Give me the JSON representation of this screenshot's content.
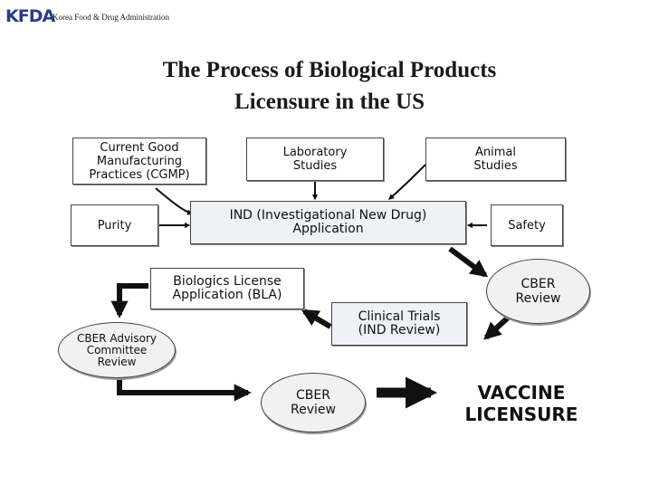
{
  "header": {
    "logo_mark": "KFDA",
    "org_name": "Korea Food & Drug Administration"
  },
  "title": {
    "line1": "The Process of Biological Products",
    "line2": "Licensure in the US"
  },
  "diagram": {
    "cgmp": "Current Good\nManufacturing\nPractices (CGMP)",
    "laboratory": "Laboratory\nStudies",
    "animal": "Animal\nStudies",
    "purity": "Purity",
    "ind": "IND (Investigational New Drug)\nApplication",
    "safety": "Safety",
    "bla": "Biologics License\nApplication (BLA)",
    "cber_review_right": "CBER\nReview",
    "clinical_trials": "Clinical Trials\n(IND Review)",
    "advisory": "CBER Advisory\nCommittee\nReview",
    "cber_review_bottom": "CBER\nReview",
    "outcome_line1": "VACCINE",
    "outcome_line2": "LICENSURE"
  },
  "colors": {
    "arrow": "#111111",
    "shaded_box": "#eef1f6",
    "ellipse_fill": "#f1f1f1",
    "logo_blue": "#2a3c8a"
  }
}
